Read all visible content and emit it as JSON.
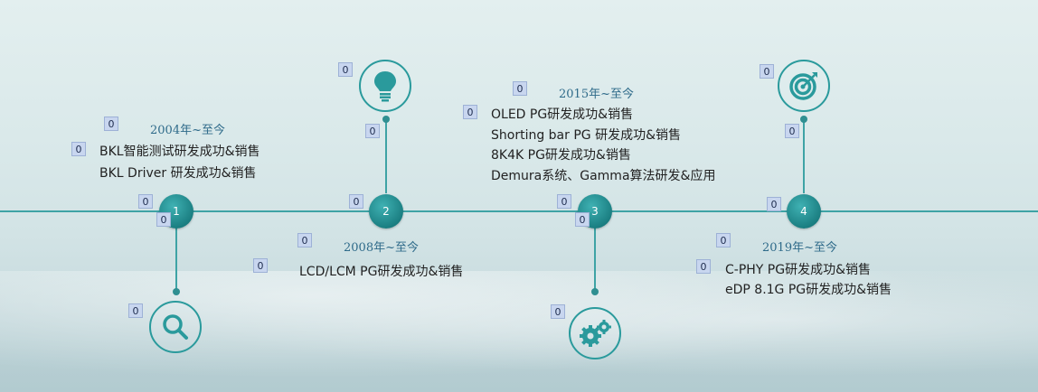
{
  "nodes": [
    "1",
    "2",
    "3",
    "4"
  ],
  "milestones": {
    "m1": {
      "year": "2004年~至今",
      "lines": [
        "BKL智能测试研发成功&销售",
        "BKL Driver 研发成功&销售"
      ]
    },
    "m2": {
      "year": "2008年~至今",
      "lines": [
        "LCD/LCM   PG研发成功&销售"
      ]
    },
    "m3": {
      "year": "2015年~至今",
      "lines": [
        "OLED PG研发成功&销售",
        "Shorting bar  PG 研发成功&销售",
        "8K4K PG研发成功&销售",
        "Demura系统、Gamma算法研发&应用"
      ]
    },
    "m4": {
      "year": "2019年~至今",
      "lines": [
        "C-PHY PG研发成功&销售",
        "eDP 8.1G PG研发成功&销售"
      ]
    }
  },
  "icons": [
    "search-icon",
    "lightbulb-icon",
    "gears-icon",
    "target-icon"
  ],
  "badge_label": "0",
  "colors": {
    "teal": "#3ea3a5",
    "node_dark": "#1b7f82",
    "year_text": "#2f6b8a",
    "badge_bg": "#c8d6ef"
  }
}
